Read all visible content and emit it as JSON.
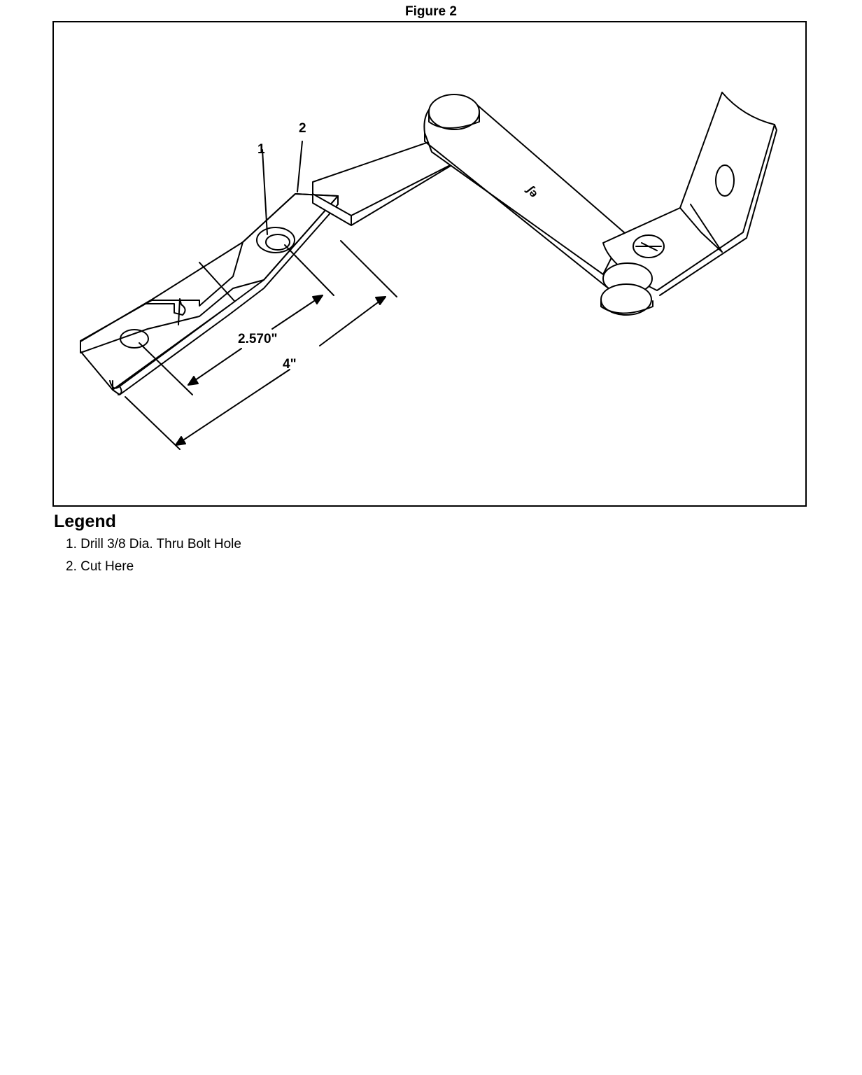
{
  "figure": {
    "title": "Figure 2",
    "callouts": [
      "1",
      "2"
    ],
    "dimensions": [
      "2.570\"",
      "4\""
    ],
    "part_marking": "ʃə"
  },
  "legend": {
    "title": "Legend",
    "items": [
      "1. Drill 3/8 Dia. Thru Bolt Hole",
      "2. Cut Here"
    ]
  }
}
